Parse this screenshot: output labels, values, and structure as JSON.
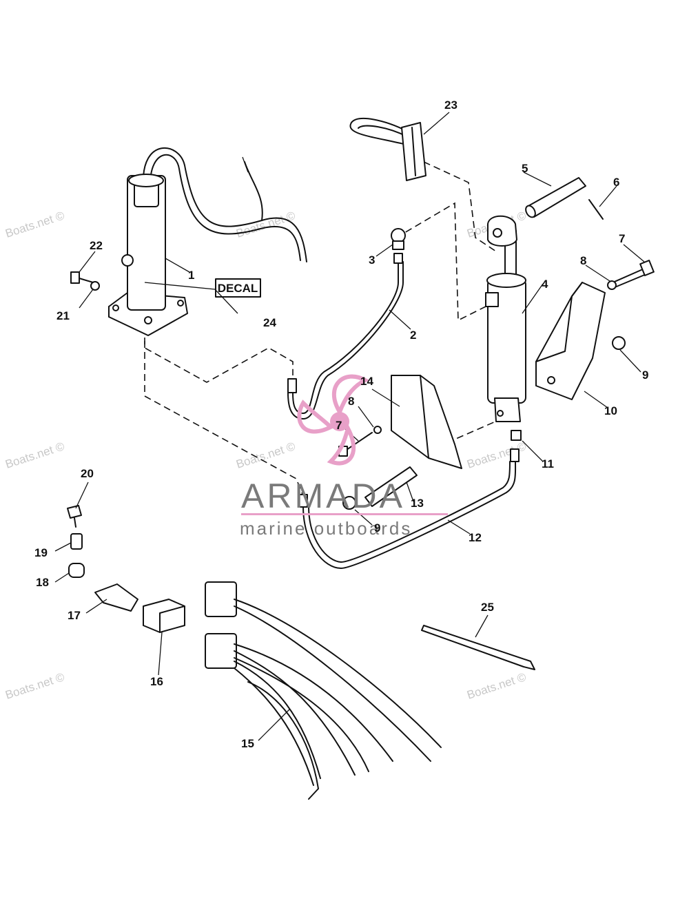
{
  "watermarks": [
    "Boats.net ©",
    "Boats.net ©",
    "Boats.net ©",
    "Boats.net ©",
    "Boats.net ©",
    "Boats.net ©",
    "Boats.net ©",
    "Boats.net ©"
  ],
  "decal_label": "DECAL",
  "brand": {
    "name": "ARMADA",
    "tagline": "marine outboards",
    "accent_color": "#e8a0c8"
  },
  "callouts": {
    "c1": "1",
    "c2": "2",
    "c3": "3",
    "c4": "4",
    "c5": "5",
    "c6": "6",
    "c7a": "7",
    "c7b": "7",
    "c8a": "8",
    "c8b": "8",
    "c9a": "9",
    "c9b": "9",
    "c10": "10",
    "c11": "11",
    "c12": "12",
    "c13": "13",
    "c14": "14",
    "c15": "15",
    "c16": "16",
    "c17": "17",
    "c18": "18",
    "c19": "19",
    "c20": "20",
    "c21": "21",
    "c22": "22",
    "c23": "23",
    "c24": "24",
    "c25": "25"
  }
}
